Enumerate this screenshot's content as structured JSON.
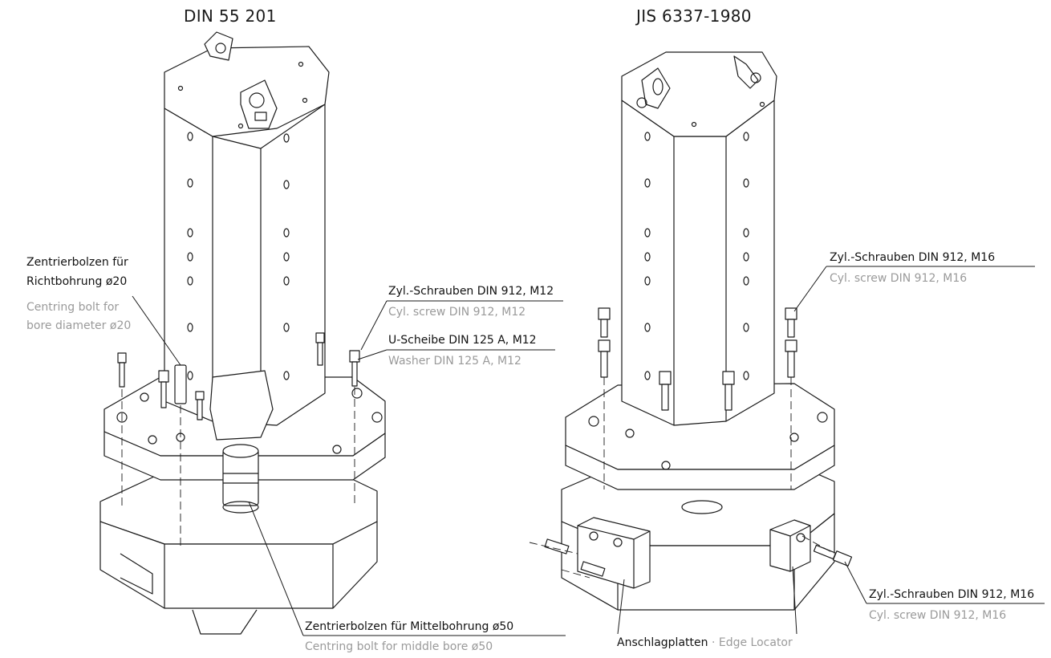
{
  "titles": {
    "left": "DIN 55 201",
    "right": "JIS 6337-1980"
  },
  "left_labels": {
    "centring_richt_de_1": "Zentrierbolzen für",
    "centring_richt_de_2": "Richtbohrung  ø20",
    "centring_richt_en_1": "Centring bolt for",
    "centring_richt_en_2": "bore diameter ø20",
    "screw_de": "Zyl.-Schrauben DIN 912, M12",
    "screw_en": "Cyl. screw DIN 912, M12",
    "washer_de": "U-Scheibe DIN 125 A, M12",
    "washer_en": "Washer DIN 125 A, M12",
    "centring_mid_de": "Zentrierbolzen für Mittelbohrung ø50",
    "centring_mid_en": "Centring bolt for middle bore ø50"
  },
  "right_labels": {
    "screw_top_de": "Zyl.-Schrauben DIN 912, M16",
    "screw_top_en": "Cyl. screw DIN 912, M16",
    "screw_bottom_de": "Zyl.-Schrauben DIN 912, M16",
    "screw_bottom_en": "Cyl. screw DIN 912, M16",
    "locator_de": "Anschlagplatten",
    "locator_sep": " · ",
    "locator_en": "Edge Locator"
  },
  "colors": {
    "line": "#1a1a1a",
    "english_text": "#9a9a9a"
  }
}
